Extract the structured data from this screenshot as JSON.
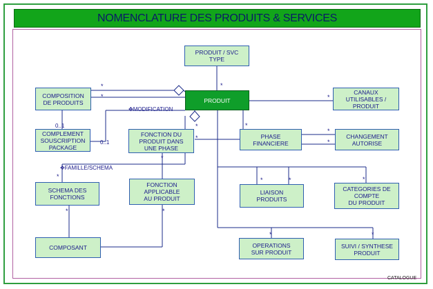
{
  "title": "NOMENCLATURE DES PRODUITS & SERVICES",
  "footer": "CATALOGUE",
  "boxes": {
    "produit_svc_type": "PRODUIT / SVC\nTYPE",
    "produit": "PRODUIT",
    "composition": "COMPOSITION\nDE PRODUITS",
    "canaux": "CANAUX\nUTILISABLES /\nPRODUIT",
    "complement": "COMPLEMENT\nSOUSCRIPTION\nPACKAGE",
    "fonction_produit": "FONCTION DU\nPRODUIT DANS\nUNE PHASE",
    "phase": "PHASE\nFINANCIERE",
    "changement": "CHANGEMENT\nAUTORISE",
    "schema": "SCHEMA DES\nFONCTIONS",
    "fonction_applicable": "FONCTION\nAPPLICABLE\nAU PRODUIT",
    "liaison": "LIAISON\nPRODUITS",
    "categories": "CATEGORIES DE\nCOMPTE\nDU PRODUIT",
    "composant": "COMPOSANT",
    "operations": "OPERATIONS\nSUR PRODUIT",
    "suivi": "SUIVI / SYNTHESE\nPRODUIT"
  },
  "labels": {
    "modification": "✥MODIFICATION",
    "famille": "✥FAMILLE/SCHEMA",
    "zero_one_a": "0..1",
    "zero_one_b": "0..1"
  },
  "multiplicity": "*",
  "colors": {
    "title_bg": "#12a51a",
    "box_bg": "#cdf0c8",
    "main_box_bg": "#0f9e2a",
    "line": "#1a2a88"
  }
}
